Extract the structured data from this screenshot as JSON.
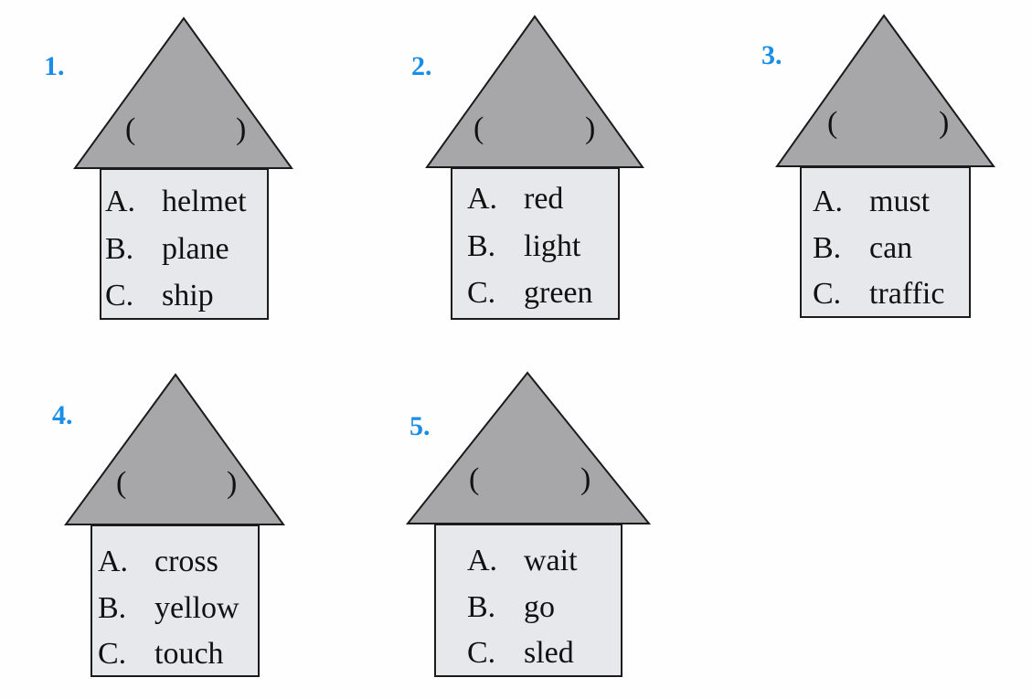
{
  "exercises": [
    {
      "number": "1.",
      "blank_open": "(",
      "blank_close": ")",
      "options": [
        {
          "letter": "A.",
          "word": "helmet"
        },
        {
          "letter": "B.",
          "word": "plane"
        },
        {
          "letter": "C.",
          "word": "ship"
        }
      ]
    },
    {
      "number": "2.",
      "blank_open": "(",
      "blank_close": ")",
      "options": [
        {
          "letter": "A.",
          "word": "red"
        },
        {
          "letter": "B.",
          "word": "light"
        },
        {
          "letter": "C.",
          "word": "green"
        }
      ]
    },
    {
      "number": "3.",
      "blank_open": "(",
      "blank_close": ")",
      "options": [
        {
          "letter": "A.",
          "word": "must"
        },
        {
          "letter": "B.",
          "word": "can"
        },
        {
          "letter": "C.",
          "word": "traffic"
        }
      ]
    },
    {
      "number": "4.",
      "blank_open": "(",
      "blank_close": ")",
      "options": [
        {
          "letter": "A.",
          "word": "cross"
        },
        {
          "letter": "B.",
          "word": "yellow"
        },
        {
          "letter": "C.",
          "word": "touch"
        }
      ]
    },
    {
      "number": "5.",
      "blank_open": "(",
      "blank_close": ")",
      "options": [
        {
          "letter": "A.",
          "word": "wait"
        },
        {
          "letter": "B.",
          "word": "go"
        },
        {
          "letter": "C.",
          "word": "sled"
        }
      ]
    }
  ],
  "colors": {
    "number": "#1a8ee6",
    "roof": "#a7a7a9",
    "box": "#e6e8ec",
    "outline": "#1b1b1b"
  }
}
